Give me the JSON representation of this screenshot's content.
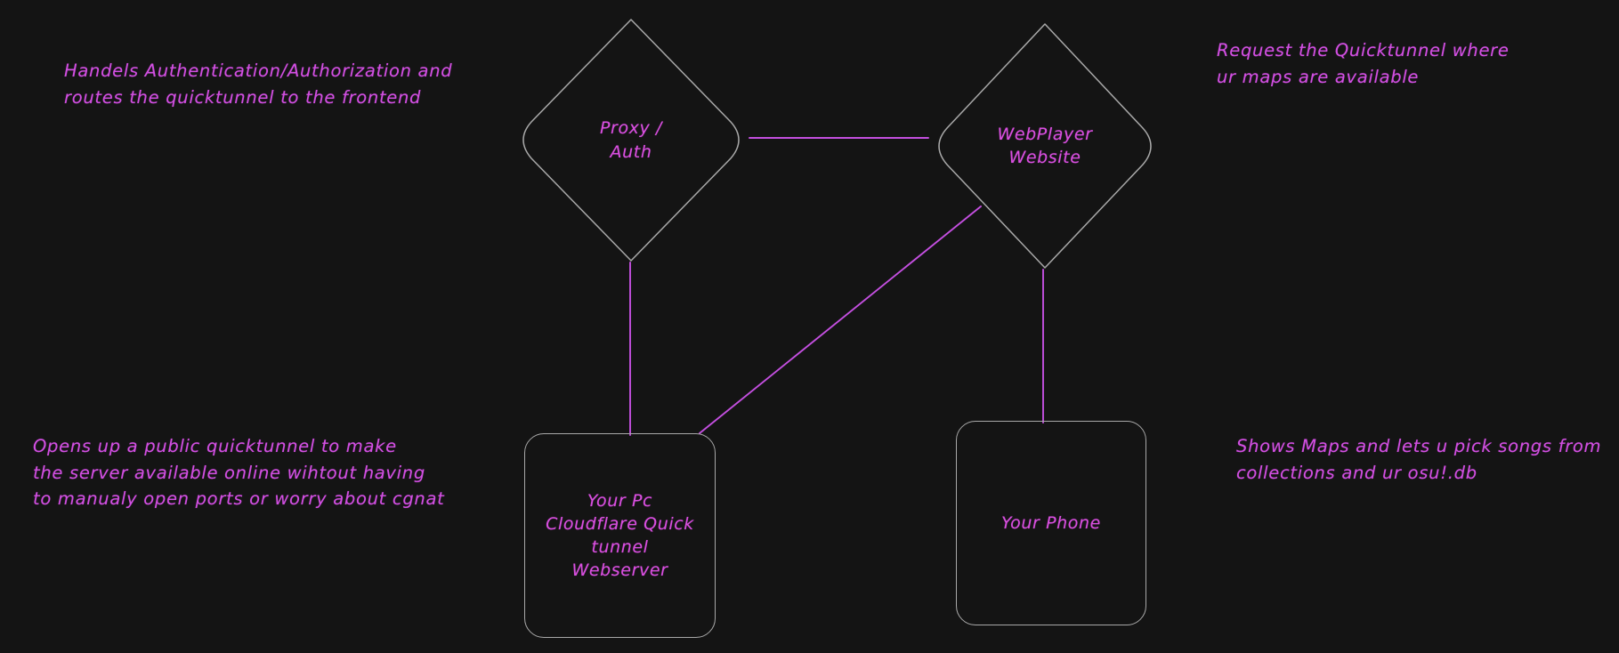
{
  "diagram": {
    "background_color": "#141414",
    "node_stroke_color": "#a9a9a9",
    "text_color": "#d94fe0",
    "edge_color": "#c04fd6",
    "nodes": [
      {
        "id": "proxy-auth",
        "shape": "diamond",
        "label": "Proxy /\nAuth"
      },
      {
        "id": "webplayer-website",
        "shape": "diamond",
        "label": "WebPlayer\nWebsite"
      },
      {
        "id": "your-pc",
        "shape": "rounded-rect",
        "label": "Your Pc\nCloudflare Quick\ntunnel\nWebserver"
      },
      {
        "id": "your-phone",
        "shape": "rounded-rect",
        "label": "Your Phone"
      }
    ],
    "edges": [
      {
        "from": "proxy-auth",
        "to": "webplayer-website"
      },
      {
        "from": "proxy-auth",
        "to": "your-pc"
      },
      {
        "from": "webplayer-website",
        "to": "your-pc"
      },
      {
        "from": "webplayer-website",
        "to": "your-phone"
      }
    ],
    "annotations": [
      {
        "id": "proxy-auth-note",
        "text": "Handels Authentication/Authorization and\nroutes the quicktunnel to the frontend"
      },
      {
        "id": "webplayer-note",
        "text": "Request the Quicktunnel where\nur maps are available"
      },
      {
        "id": "your-pc-note",
        "text": "Opens up a public quicktunnel to make\nthe server available online wihtout having\nto manualy open ports or worry about cgnat"
      },
      {
        "id": "your-phone-note",
        "text": "Shows Maps and lets u pick songs from\ncollections and ur osu!.db"
      }
    ]
  }
}
